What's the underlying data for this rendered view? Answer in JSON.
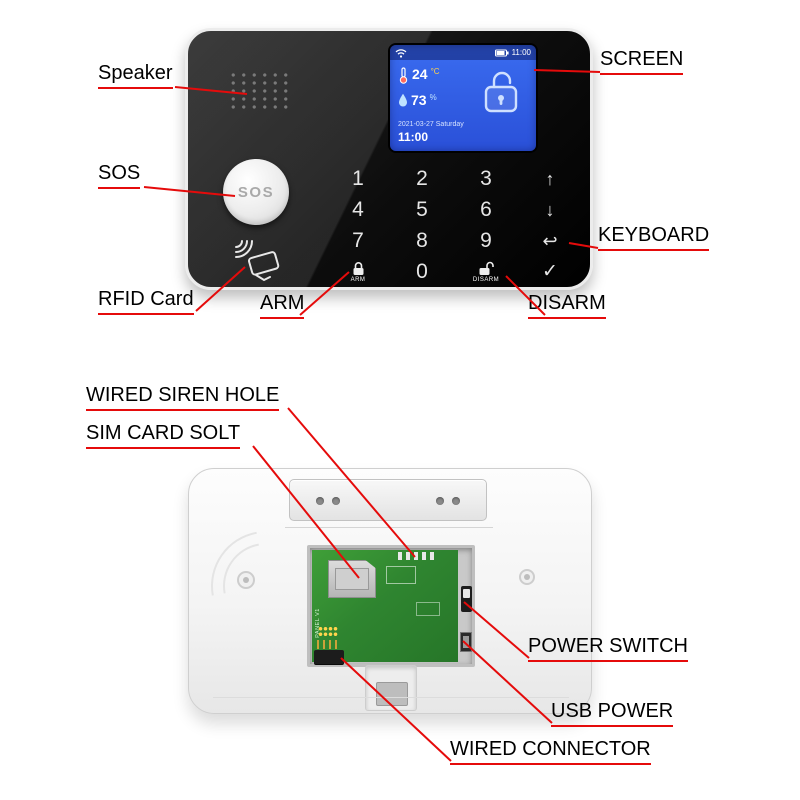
{
  "annotations": {
    "speaker": "Speaker",
    "sos": "SOS",
    "screen": "SCREEN",
    "keyboard": "KEYBOARD",
    "rfid_card": "RFID Card",
    "arm": "ARM",
    "disarm": "DISARM",
    "wired_siren_hole": "WIRED SIREN HOLE",
    "sim_card_slot": "SIM CARD SOLT",
    "power_switch": "POWER SWITCH",
    "usb_power": "USB POWER",
    "wired_connector": "WIRED CONNECTOR"
  },
  "front_panel": {
    "sos_button": "SOS",
    "screen": {
      "status_time": "11:00",
      "temperature_value": "24",
      "temperature_unit": "°C",
      "humidity_value": "73",
      "humidity_unit": "%",
      "date": "2021-03-27 Saturday",
      "clock": "11:00"
    },
    "keypad": {
      "digits": [
        "1",
        "2",
        "3",
        "4",
        "5",
        "6",
        "7",
        "8",
        "9",
        "0"
      ],
      "up": "↑",
      "down": "↓",
      "back": "↩",
      "confirm": "✓",
      "arm_label": "ARM",
      "disarm_label": "DISARM"
    }
  },
  "back_panel": {
    "pcb_label": "PANEL V1"
  },
  "colors": {
    "annotation_red": "#e50b0b",
    "screen_blue": "#2f5fe0",
    "pcb_green": "#2f8530"
  }
}
